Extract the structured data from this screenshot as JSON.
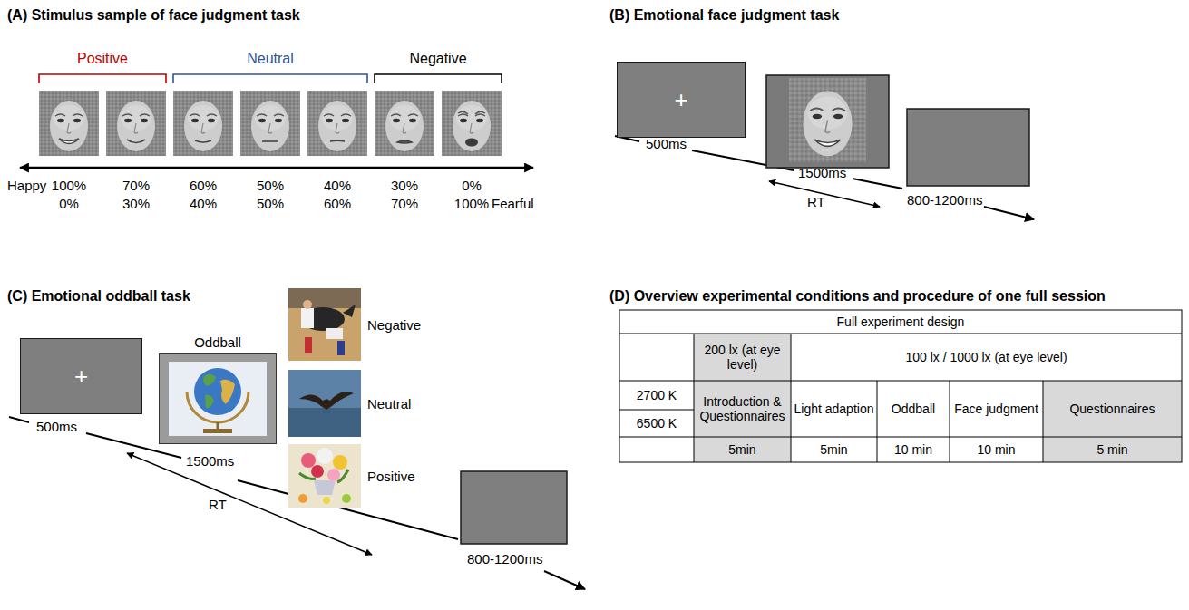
{
  "diagram": {
    "nodes": [
      {
        "text": [
          "+"
        ]
      },
      {
        "text": [
          "+"
        ]
      },
      {
        "text": [
          "Oddball"
        ]
      }
    ],
    "labels": [
      "(A) Stimulus sample of face judgment task",
      "Positive",
      "Neutral",
      "Negative",
      "Happy",
      "100%",
      "70%",
      "60%",
      "50%",
      "40%",
      "30%",
      "0%",
      "0%",
      "30%",
      "40%",
      "50%",
      "60%",
      "70%",
      "100%",
      "Fearful",
      "(B) Emotional face judgment task",
      "500ms",
      "1500ms",
      "RT",
      "800-1200ms",
      "(C) Emotional oddball task",
      "Negative",
      "Neutral",
      "Positive",
      "500ms",
      "1500ms",
      "RT",
      "800-1200ms",
      "(D) Overview experimental conditions and procedure of one full session",
      "Full experiment design",
      "200 lx (at eye level)",
      "100 lx / 1000 lx (at eye level)",
      "2700 K",
      "6500 K",
      "Introduction & Questionnaires",
      "Light adaption",
      "Oddball",
      "Face judgment",
      "Questionnaires",
      "5min",
      "5min",
      "10 min",
      "10 min",
      "5 min"
    ]
  }
}
